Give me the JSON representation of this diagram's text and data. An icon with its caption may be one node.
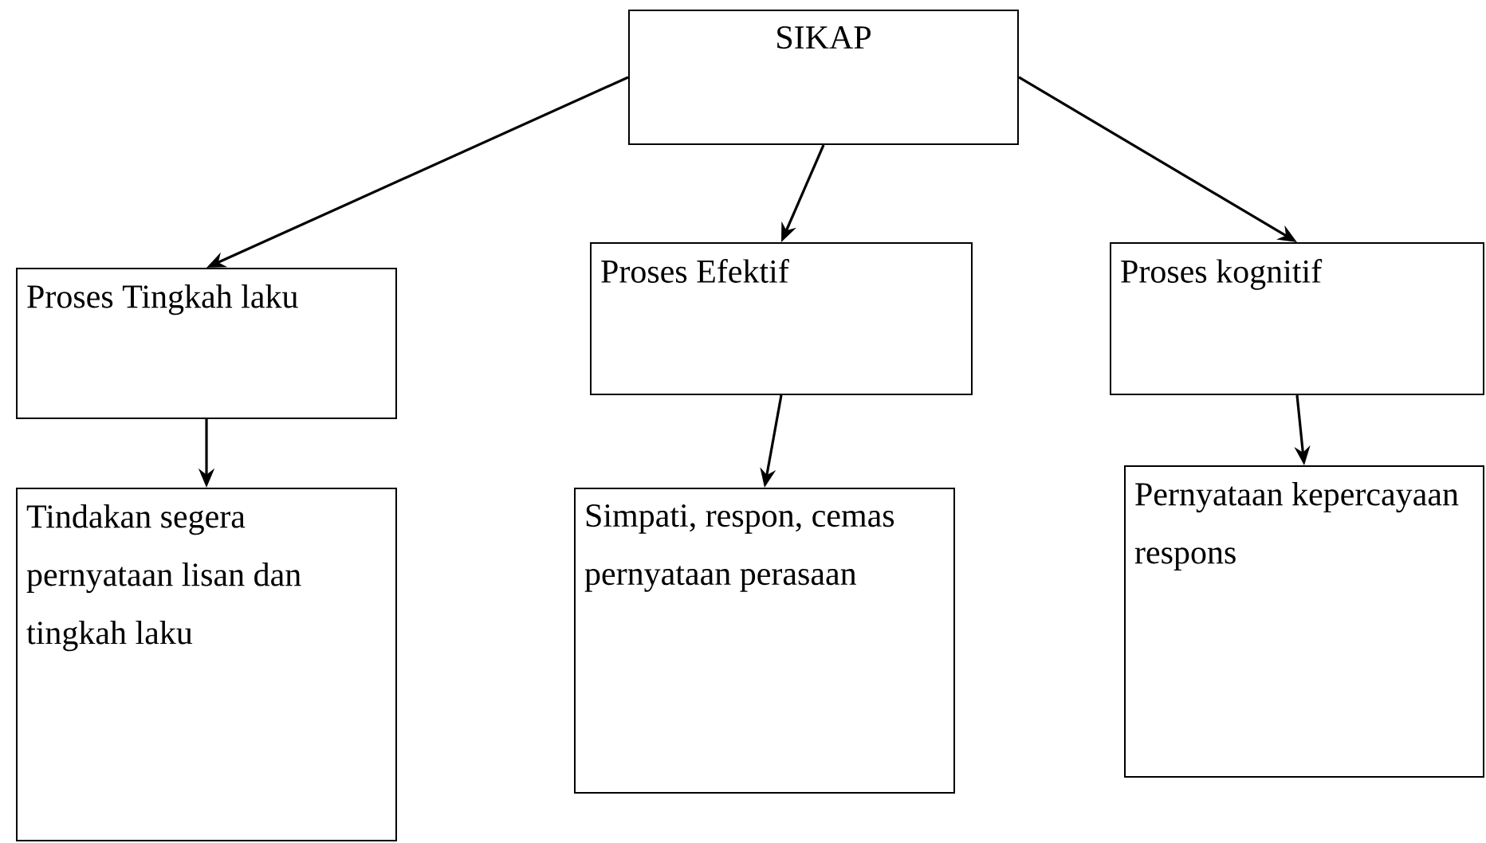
{
  "diagram": {
    "nodes": [
      {
        "text": [
          "SIKAP"
        ]
      },
      {
        "text": [
          "Proses Tingkah laku"
        ]
      },
      {
        "text": [
          "Proses Efektif"
        ]
      },
      {
        "text": [
          "Proses kognitif"
        ]
      },
      {
        "text": [
          "Tindakan segera pernyataan lisan dan tingkah laku"
        ]
      },
      {
        "text": [
          "Simpati, respon, cemas pernyataan perasaan"
        ]
      },
      {
        "text": [
          "Pernyataan kepercayaan respons"
        ]
      }
    ],
    "edges": [
      {
        "from": 0,
        "to": 1,
        "arrow": "to"
      },
      {
        "from": 0,
        "to": 2,
        "arrow": "to"
      },
      {
        "from": 0,
        "to": 3,
        "arrow": "to"
      },
      {
        "from": 1,
        "to": 4,
        "arrow": "to"
      },
      {
        "from": 2,
        "to": 5,
        "arrow": "to"
      },
      {
        "from": 3,
        "to": 6,
        "arrow": "to"
      }
    ]
  }
}
